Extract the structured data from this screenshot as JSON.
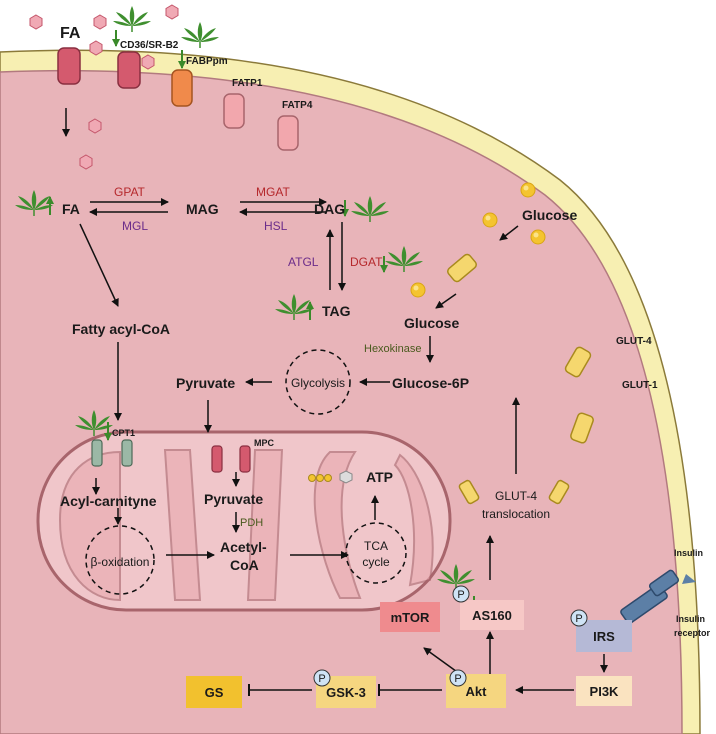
{
  "labels": {
    "fa_out": "FA",
    "cd36": "CD36/SR-B2",
    "fabppm": "FABPpm",
    "fatp1": "FATP1",
    "fatp4": "FATP4",
    "fa": "FA",
    "mag": "MAG",
    "dag": "DAG",
    "tag": "TAG",
    "gpat": "GPAT",
    "mgl": "MGL",
    "mgat": "MGAT",
    "hsl": "HSL",
    "atgl": "ATGL",
    "dgat": "DGAT",
    "glucose_out": "Glucose",
    "glucose_in": "Glucose",
    "hexokinase": "Hexokinase",
    "g6p": "Glucose-6P",
    "glycolysis": "Glycolysis",
    "pyruvate_cyto": "Pyruvate",
    "fatty_acyl_coa": "Fatty acyl-CoA",
    "cpt1": "CPT1",
    "mpc": "MPC",
    "acyl_carnityne": "Acyl-carnityne",
    "beta_ox": "β-oxidation",
    "pyruvate_mito": "Pyruvate",
    "pdh": "PDH",
    "acetyl_coa_1": "Acetyl-",
    "acetyl_coa_2": "CoA",
    "atp": "ATP",
    "tca_1": "TCA",
    "tca_2": "cycle",
    "glut4": "GLUT-4",
    "glut1": "GLUT-1",
    "glut4_trans_1": "GLUT-4",
    "glut4_trans_2": "translocation",
    "insulin": "Insulin",
    "insulin_rec_1": "Insulin",
    "insulin_rec_2": "receptor",
    "irs": "IRS",
    "pi3k": "PI3K",
    "akt": "Akt",
    "gsk3": "GSK-3",
    "gs": "GS",
    "mtor": "mTOR",
    "as160": "AS160",
    "phospho": "P"
  },
  "colors": {
    "cytoplasm": "#e8b4b9",
    "membrane": "#f7efb2",
    "mito": "#f0c6ca",
    "up_arrow": "#3a8a2a",
    "down_arrow": "#3a8a2a",
    "gs_box": "#f2c12e",
    "gsk3_box": "#f5d680",
    "akt_box": "#f5d680",
    "pi3k_box": "#fae3c0",
    "irs_box": "#b5b9d6",
    "mtor_box": "#ef8b8e",
    "as160_box": "#f6c8c6"
  }
}
